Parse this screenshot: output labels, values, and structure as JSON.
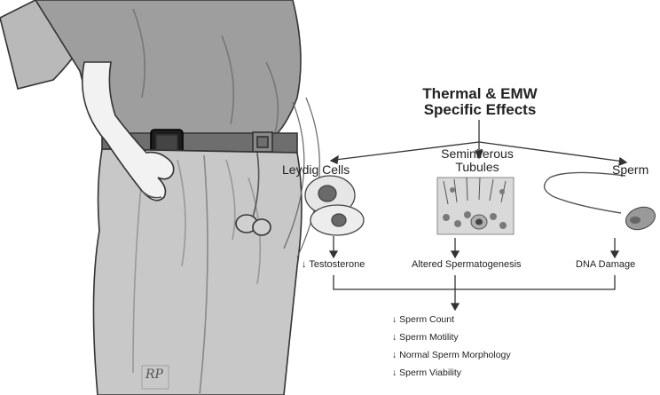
{
  "title_line1": "Thermal & EMW",
  "title_line2": "Specific Effects",
  "targets": {
    "leydig": "Leydig Cells",
    "tubules_line1": "Seminiferous",
    "tubules_line2": "Tubules",
    "sperm": "Sperm"
  },
  "effects": {
    "testosterone": "↓ Testosterone",
    "spermatogenesis": "Altered Spermatogenesis",
    "dna": "DNA Damage"
  },
  "outcomes": [
    "↓ Sperm Count",
    "↓ Sperm Motility",
    "↓ Normal Sperm Morphology",
    "↓ Sperm Viability"
  ],
  "artist_initials": "RP"
}
